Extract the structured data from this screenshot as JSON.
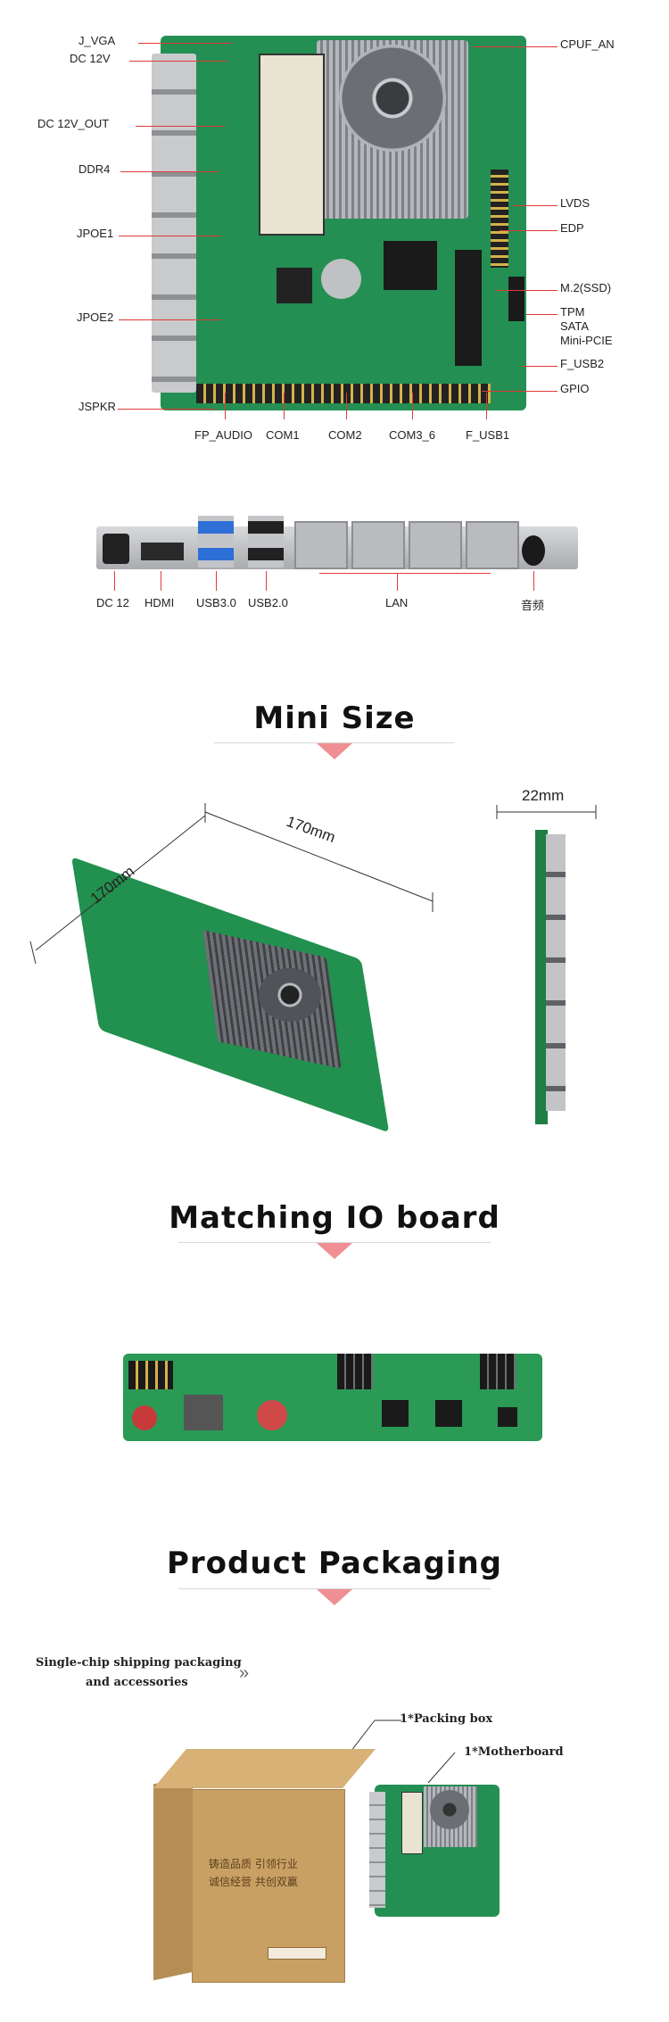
{
  "board_callouts": {
    "left": [
      "J_VGA",
      "DC 12V",
      "DC 12V_OUT",
      "DDR4",
      "JPOE1",
      "JPOE2",
      "JSPKR"
    ],
    "right": [
      "CPUF_AN",
      "LVDS",
      "EDP",
      "M.2(SSD)",
      "TPM",
      "SATA",
      "Mini-PCIE",
      "F_USB2",
      "GPIO"
    ],
    "bottom": [
      "FP_AUDIO",
      "COM1",
      "COM2",
      "COM3_6",
      "F_USB1"
    ]
  },
  "io_panel": {
    "labels": [
      "DC 12",
      "HDMI",
      "USB3.0",
      "USB2.0",
      "LAN",
      "音频"
    ]
  },
  "mini_size": {
    "title": "Mini Size",
    "dim_width": "170mm",
    "dim_depth": "170mm",
    "dim_height": "22mm"
  },
  "io_board": {
    "title": "Matching IO board"
  },
  "packaging": {
    "title": "Product Packaging",
    "note_line1": "Single-chip shipping packaging",
    "note_line2": "and accessories",
    "arrow_glyph": "»",
    "item_box": "1*Packing box",
    "item_board": "1*Motherboard",
    "box_text_1": "铸造品质  引领行业",
    "box_text_2": "诚信经营  共创双赢"
  },
  "colors": {
    "accent_red": "#e23a3a",
    "pcb_green": "#1f8f4e",
    "triangle_pink": "#f08f93",
    "cardboard": "#c9a064"
  }
}
